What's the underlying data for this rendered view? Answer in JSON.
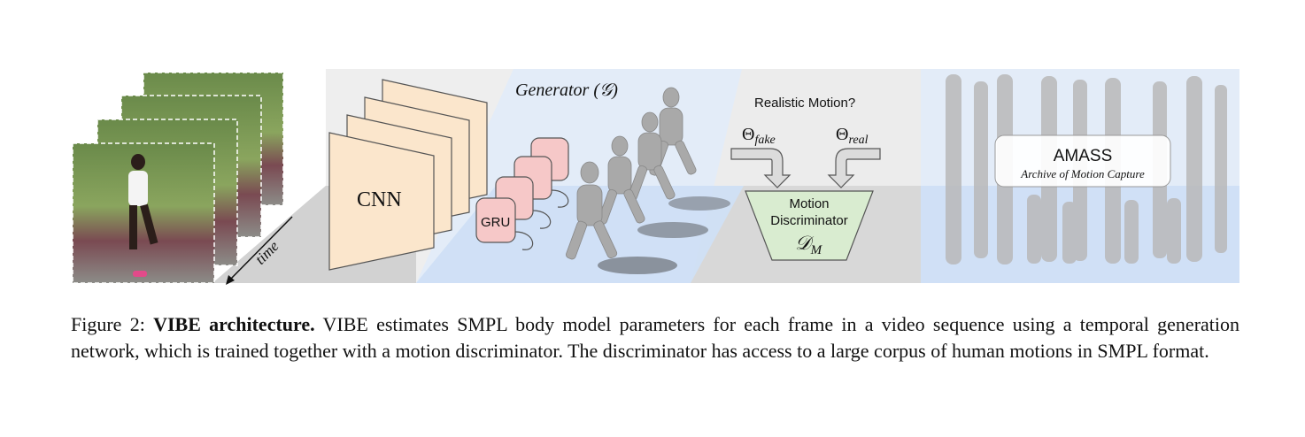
{
  "figure": {
    "cnn_label": "CNN",
    "gru_label": "GRU",
    "time_label": "time",
    "generator_label": "Generator (𝒢)",
    "question": "Realistic Motion?",
    "theta_fake": "Θ",
    "theta_fake_sub": "fake",
    "theta_real": "Θ",
    "theta_real_sub": "real",
    "disc_line1": "Motion",
    "disc_line2": "Discriminator",
    "disc_symbol": "𝒟",
    "disc_symbol_sub": "M",
    "amass_title": "AMASS",
    "amass_subtitle": "Archive of Motion Capture"
  },
  "caption": {
    "label": "Figure 2:",
    "title": "VIBE architecture.",
    "text": "VIBE estimates SMPL body model parameters for each frame in a video sequence using a temporal generation network, which is trained together with a motion discriminator. The discriminator has access to a large corpus of human motions in SMPL format."
  },
  "colors": {
    "cnn_fill": "#fbe6cc",
    "gru_fill": "#f6c8c8",
    "disc_fill": "#d9ecd0",
    "blue_bg": "#cddff5",
    "light_blue_bg": "#e3ecf8",
    "gray_bg": "#dcdcdc"
  }
}
